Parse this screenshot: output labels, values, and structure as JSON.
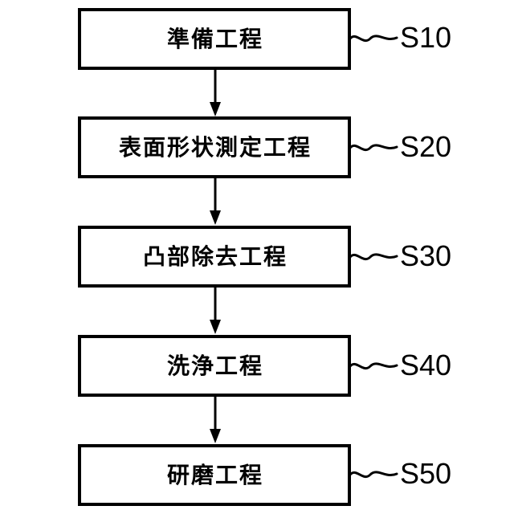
{
  "diagram": {
    "type": "flowchart",
    "title": "",
    "orientation": "vertical-top-down",
    "background_color": "#ffffff",
    "line_color": "#000000",
    "steps": [
      {
        "id": "S10",
        "label": "準備工程",
        "ref": "S10",
        "connector_to_next": "arrow-down"
      },
      {
        "id": "S20",
        "label": "表面形状測定工程",
        "ref": "S20",
        "connector_to_next": "arrow-down"
      },
      {
        "id": "S30",
        "label": "凸部除去工程",
        "ref": "S30",
        "connector_to_next": "arrow-down"
      },
      {
        "id": "S40",
        "label": "洗浄工程",
        "ref": "S40",
        "connector_to_next": "arrow-down"
      },
      {
        "id": "S50",
        "label": "研磨工程",
        "ref": "S50",
        "connector_to_next": "none"
      }
    ],
    "leader_icon": "tilde-leader-line",
    "arrow_icon": "arrow-down-icon"
  }
}
